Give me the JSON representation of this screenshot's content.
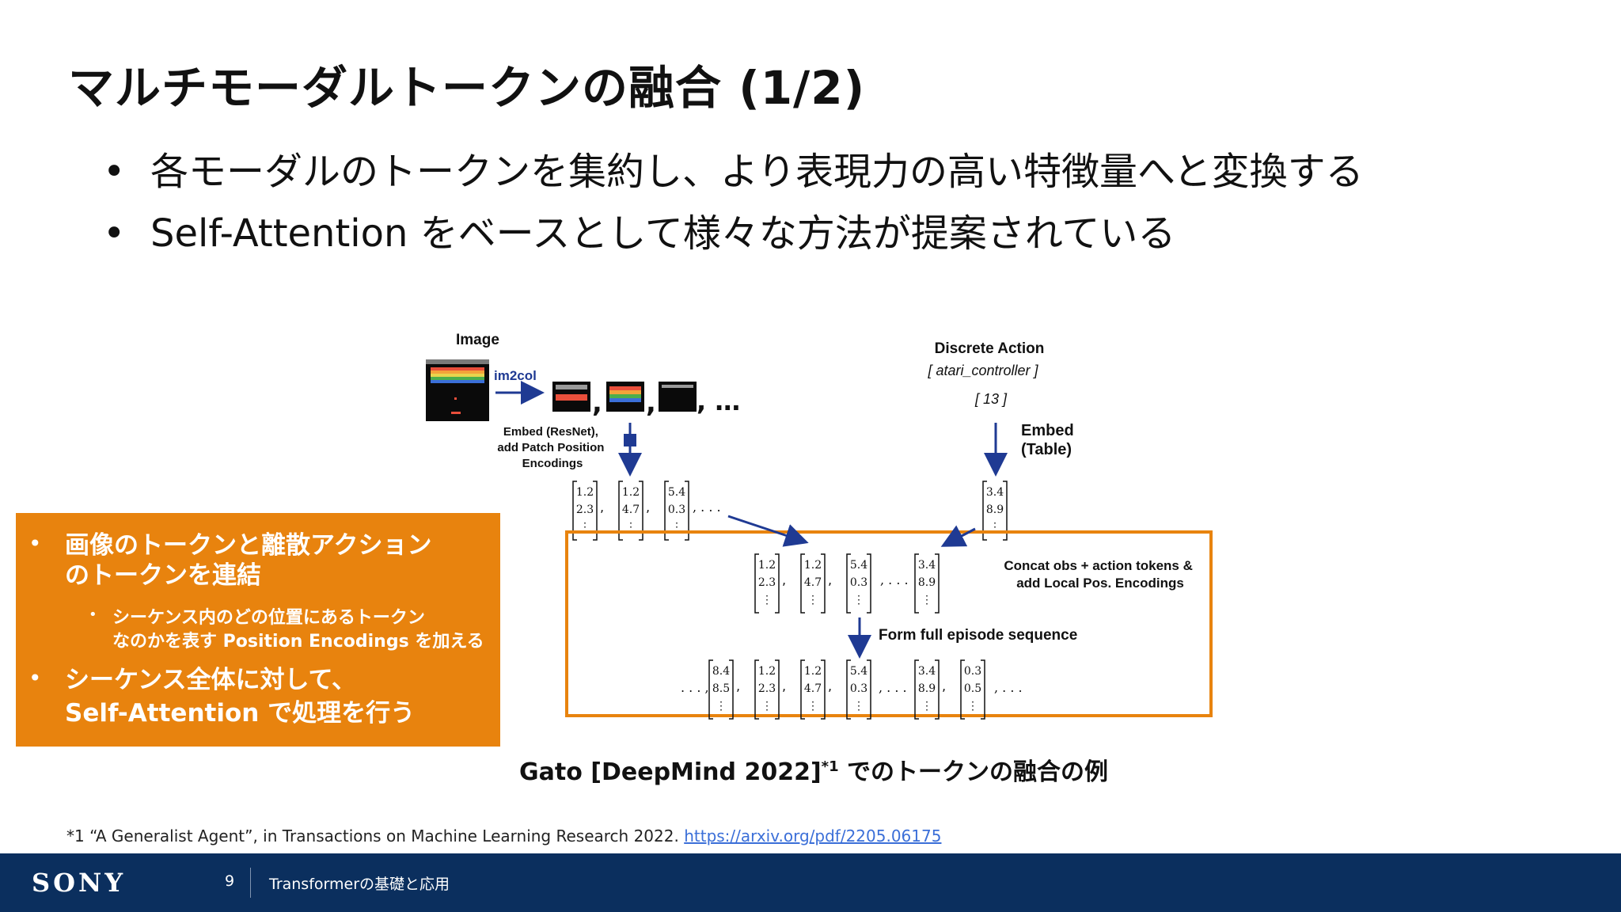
{
  "slide": {
    "title": "マルチモーダルトークンの融合 (1/2)",
    "bullets": [
      "各モーダルのトークンを集約し、より表現力の高い特徴量へと変換する",
      "Self-Attention をベースとして様々な方法が提案されている"
    ],
    "bullet_symbol": "•"
  },
  "diagram": {
    "image_label": "Image",
    "im2col_label": "im2col",
    "ellipsis": ", …",
    "embed_resnet": [
      "Embed (ResNet),",
      "add Patch Position",
      "Encodings"
    ],
    "discrete_action_title": "Discrete Action",
    "atari_controller": "[ atari_controller ]",
    "action_value": "[ 13 ]",
    "embed_table": [
      "Embed",
      "(Table)"
    ],
    "obs_vectors": [
      [
        "1.2",
        "2.3",
        "⋮"
      ],
      [
        "1.2",
        "4.7",
        "⋮"
      ],
      [
        "5.4",
        "0.3",
        "⋮"
      ]
    ],
    "action_vector": [
      "3.4",
      "8.9",
      "⋮"
    ],
    "concat_label": [
      "Concat obs + action tokens &",
      "add Local Pos. Encodings"
    ],
    "form_label": "Form full episode sequence",
    "full_sequence": [
      [
        "8.4",
        "8.5",
        "⋮"
      ],
      [
        "1.2",
        "2.3",
        "⋮"
      ],
      [
        "1.2",
        "4.7",
        "⋮"
      ],
      [
        "5.4",
        "0.3",
        "⋮"
      ],
      [
        "3.4",
        "8.9",
        "⋮"
      ],
      [
        "0.3",
        "0.5",
        "⋮"
      ]
    ],
    "separator": ",",
    "dots": ", . . .",
    "lead_dots": ". . . ,",
    "accent_color": "#e8830e",
    "arrow_color": "#1f3a93"
  },
  "orange_box": {
    "item1_line1": "画像のトークンと離散アクション",
    "item1_line2": "のトークンを連結",
    "sub_line1": "シーケンス内のどの位置にあるトークン",
    "sub_line2": "なのかを表す Position Encodings を加える",
    "item2_line1": "シーケンス全体に対して、",
    "item2_line2": "Self-Attention で処理を行う",
    "bullet": "•",
    "color": "#e8830e"
  },
  "caption": {
    "text_before": "Gato [DeepMind 2022]",
    "superscript": "*1",
    "text_after": " でのトークンの融合の例"
  },
  "footnote": {
    "text": "*1 “A Generalist Agent”, in Transactions on Machine Learning Research 2022. ",
    "link": "https://arxiv.org/pdf/2205.06175"
  },
  "footer": {
    "brand": "SONY",
    "page": "9",
    "course": "Transformerの基礎と応用",
    "bg_color": "#0b2f5e"
  }
}
